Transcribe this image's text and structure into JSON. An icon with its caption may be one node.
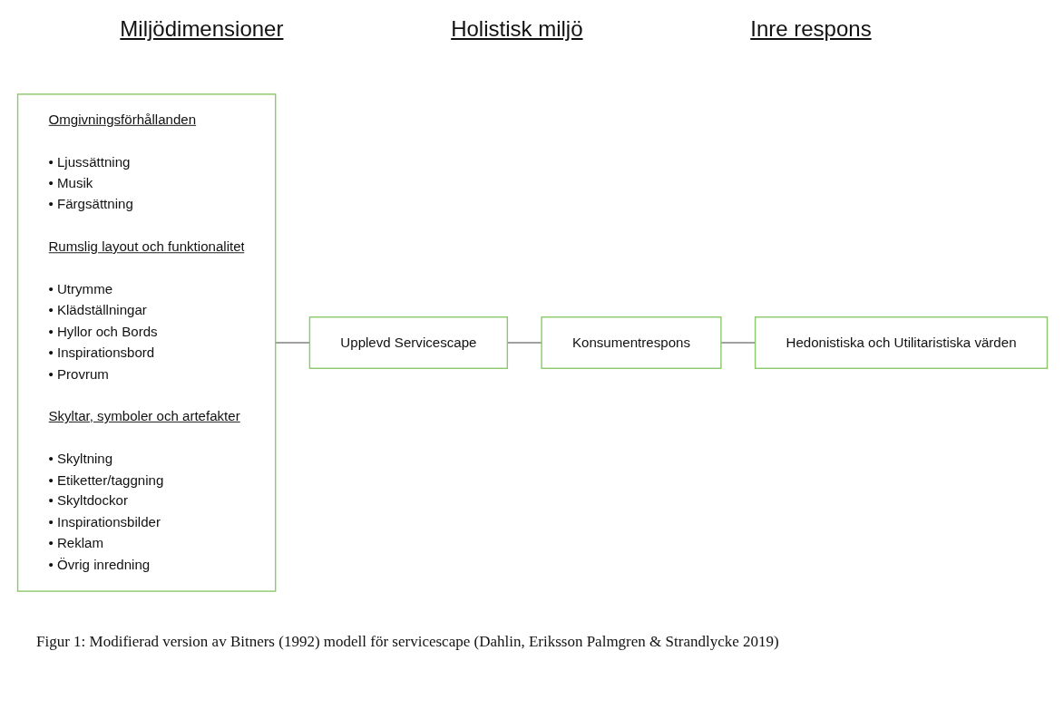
{
  "diagram": {
    "caption": "Figur 1: Modifierad version av Bitners (1992) modell för servicescape (Dahlin, Eriksson Palmgren & Strandlycke 2019)",
    "nodes": [
      {
        "text": [
          "Omgivningsförhållanden",
          "• Ljussättning",
          "• Musik",
          "• Färgsättning",
          "Rumslig layout och funktionalitet",
          "• Utrymme",
          "• Klädställningar",
          "• Hyllor och Bords",
          "• Inspirationsbord",
          "• Provrum",
          "Skyltar, symboler och artefakter",
          "• Skyltning",
          "• Etiketter/taggning",
          "• Skyltdockor",
          "• Inspirationsbilder",
          "• Reklam",
          "• Övrig inredning"
        ]
      },
      {
        "text": [
          "Upplevd Servicescape"
        ]
      },
      {
        "text": [
          "Konsumentrespons"
        ]
      },
      {
        "text": [
          "Hedonistiska och Utilitaristiska värden"
        ]
      }
    ],
    "edges": [
      {
        "from": 0,
        "to": 1,
        "arrow": "none"
      },
      {
        "from": 1,
        "to": 2,
        "arrow": "none"
      },
      {
        "from": 2,
        "to": 3,
        "arrow": "none"
      }
    ],
    "labels": [
      "Miljödimensioner",
      "Holistisk miljö",
      "Inre respons"
    ]
  }
}
